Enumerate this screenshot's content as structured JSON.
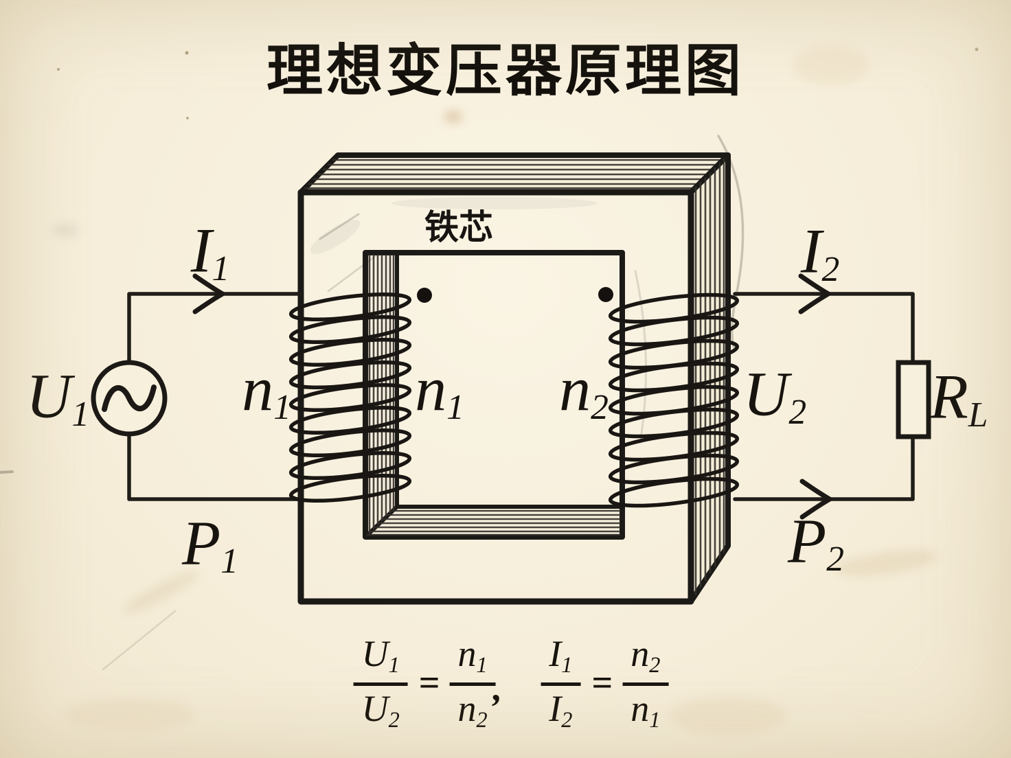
{
  "title": "理想变压器原理图",
  "core": {
    "label": "铁芯"
  },
  "colors": {
    "paper": "#f7f0dc",
    "ink": "#1b1916",
    "pencil_gray": "#6f6a61",
    "stain_brown": "#b08a4e"
  },
  "labels": {
    "voltage_primary": {
      "base": "U",
      "sub": "1"
    },
    "voltage_secondary": {
      "base": "U",
      "sub": "2"
    },
    "current_primary": {
      "base": "I",
      "sub": "1"
    },
    "current_secondary": {
      "base": "I",
      "sub": "2"
    },
    "turns_primary": {
      "base": "n",
      "sub": "1"
    },
    "turns_secondary": {
      "base": "n",
      "sub": "2"
    },
    "power_primary": {
      "base": "P",
      "sub": "1"
    },
    "power_secondary": {
      "base": "P",
      "sub": "2"
    },
    "load_resistor": {
      "base": "R",
      "sub": "L"
    }
  },
  "formula": {
    "eq": "=",
    "comma": ",",
    "f1": {
      "num": {
        "base": "U",
        "sub": "1"
      },
      "den": {
        "base": "U",
        "sub": "2"
      }
    },
    "f2": {
      "num": {
        "base": "n",
        "sub": "1"
      },
      "den": {
        "base": "n",
        "sub": "2"
      }
    },
    "f3": {
      "num": {
        "base": "I",
        "sub": "1"
      },
      "den": {
        "base": "I",
        "sub": "2"
      }
    },
    "f4": {
      "num": {
        "base": "n",
        "sub": "2"
      },
      "den": {
        "base": "n",
        "sub": "1"
      }
    }
  }
}
